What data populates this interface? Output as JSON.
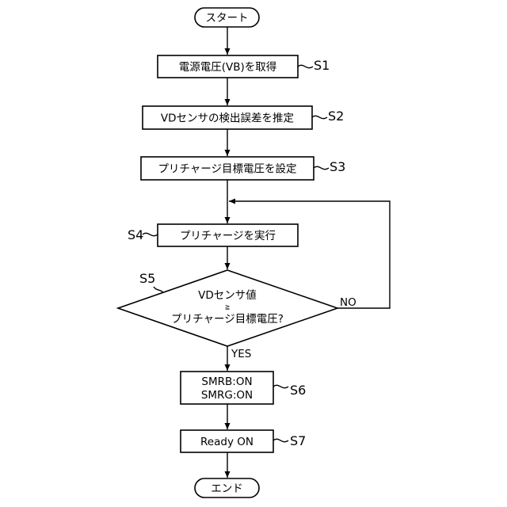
{
  "flowchart": {
    "start": "スタート",
    "end": "エンド",
    "steps": {
      "s1": {
        "id": "S1",
        "text": "電源電圧(VB)を取得"
      },
      "s2": {
        "id": "S2",
        "text": "VDセンサの検出誤差を推定"
      },
      "s3": {
        "id": "S3",
        "text": "プリチャージ目標電圧を設定"
      },
      "s4": {
        "id": "S4",
        "text": "プリチャージを実行"
      },
      "s5": {
        "id": "S5",
        "line1": "VDセンサ値",
        "symbol": "≧",
        "line2": "プリチャージ目標電圧?"
      },
      "s6": {
        "id": "S6",
        "line1": "SMRB:ON",
        "line2": "SMRG:ON"
      },
      "s7": {
        "id": "S7",
        "text": "Ready ON"
      }
    },
    "branch": {
      "yes": "YES",
      "no": "NO"
    }
  }
}
